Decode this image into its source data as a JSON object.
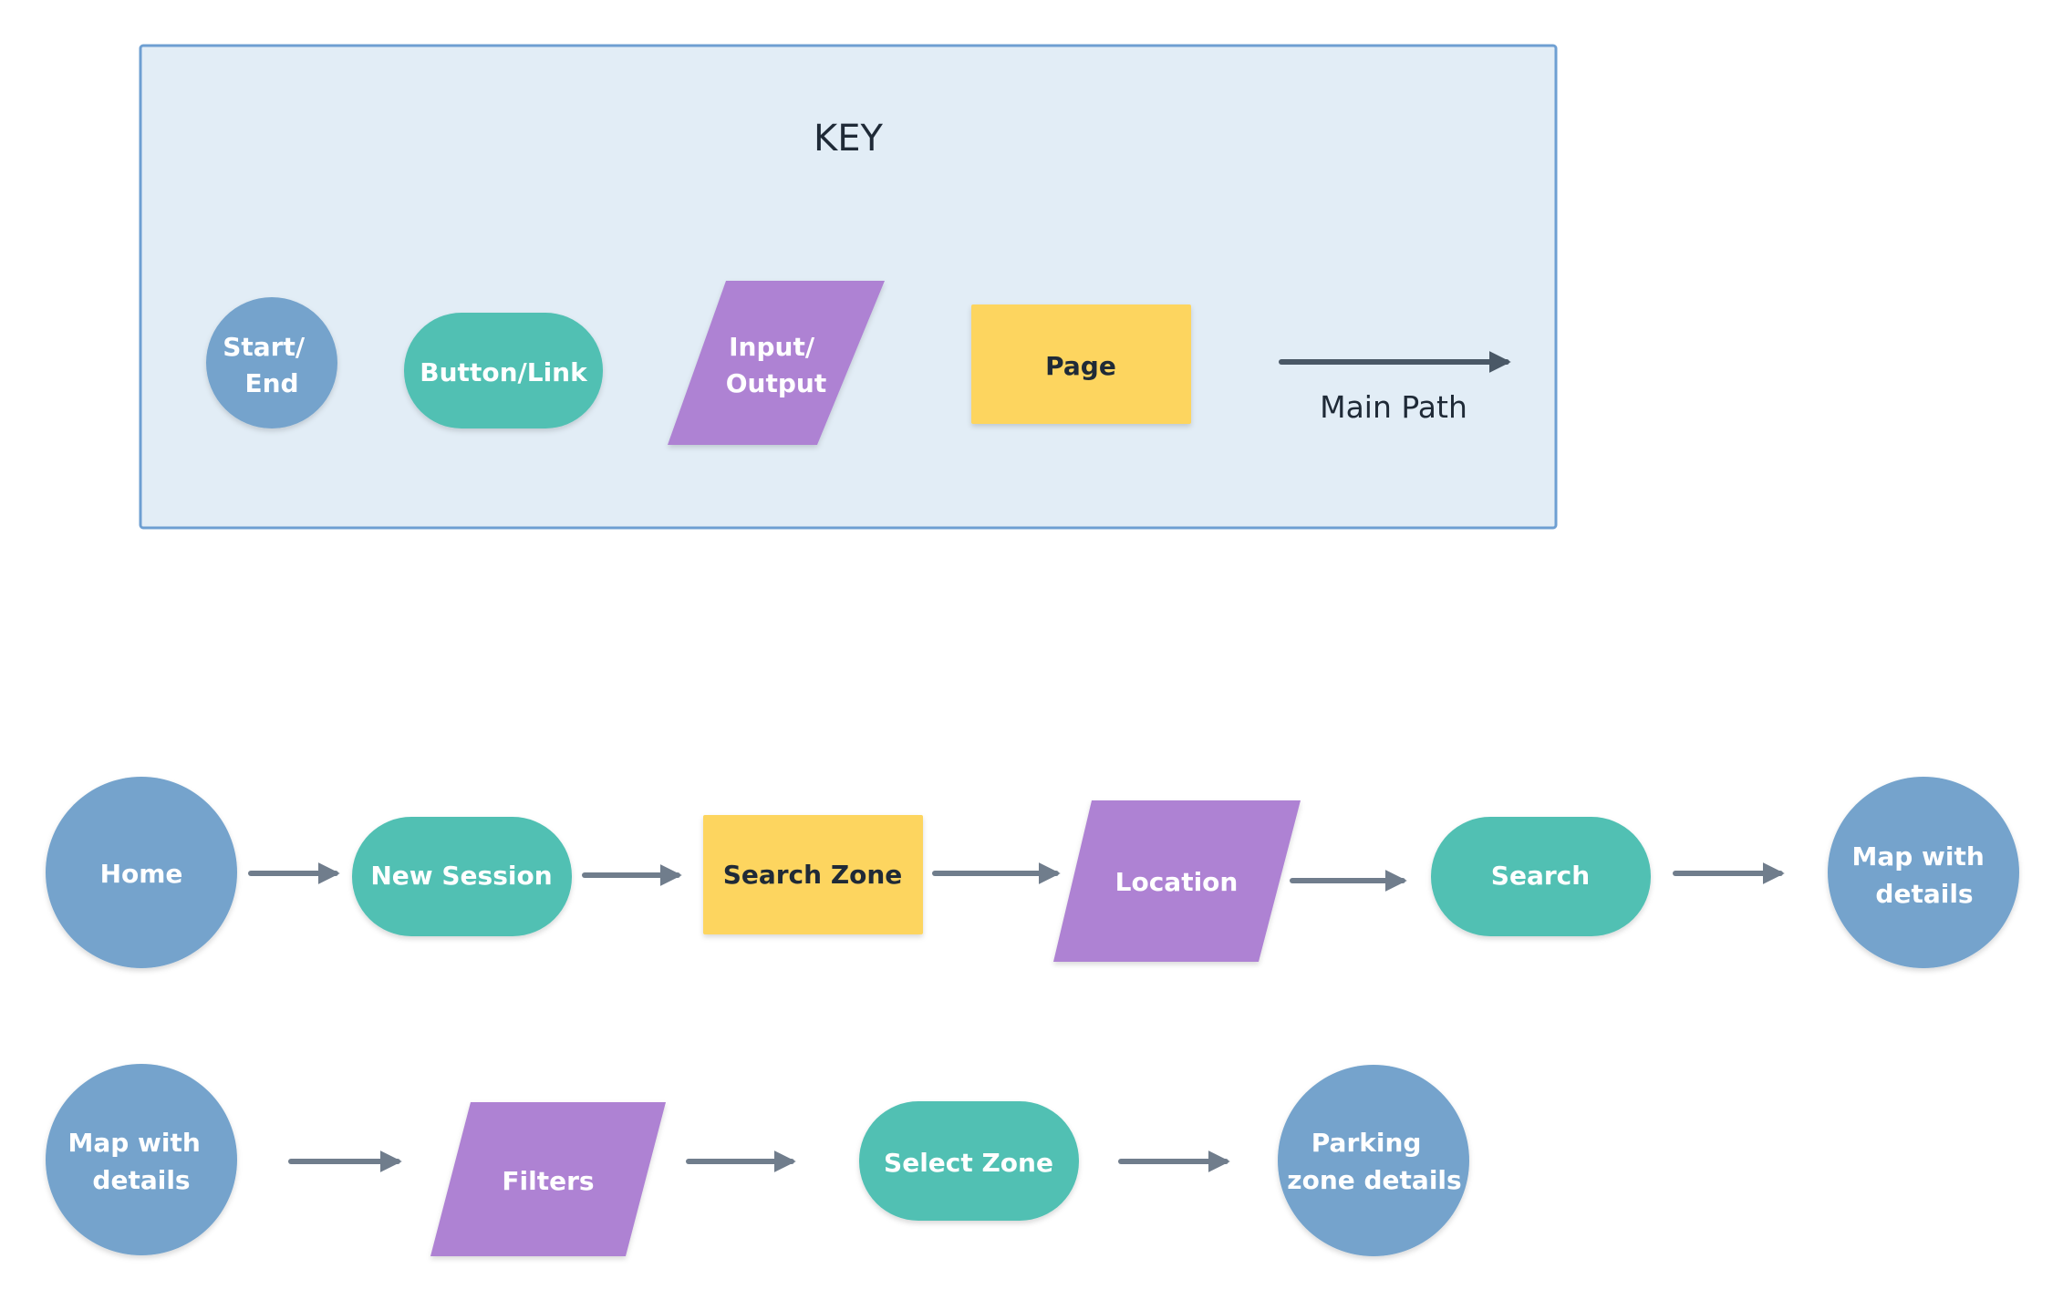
{
  "colors": {
    "start_end": "#74a3cc",
    "button_link": "#51c0b3",
    "input_output": "#ae82d3",
    "page": "#fdd55e",
    "arrow": "#707d8c",
    "legend_arrow": "#4a5866",
    "key_bg": "#e2edf6",
    "key_border": "#6e9fd2",
    "dark_text": "#1f2a37"
  },
  "key": {
    "title": "KEY",
    "items": {
      "start_end": [
        "Start/",
        "End"
      ],
      "button_link": [
        "Button/Link"
      ],
      "input_output": [
        "Input/",
        "Output"
      ],
      "page": [
        "Page"
      ],
      "main_path": "Main Path"
    }
  },
  "flow": {
    "row1": {
      "home": [
        "Home"
      ],
      "new_session": [
        "New Session"
      ],
      "search_zone": [
        "Search Zone"
      ],
      "location": [
        "Location"
      ],
      "search": [
        "Search"
      ],
      "map_with_details": [
        "Map with",
        "details"
      ]
    },
    "row2": {
      "map_with_details": [
        "Map with",
        "details"
      ],
      "filters": [
        "Filters"
      ],
      "select_zone": [
        "Select Zone"
      ],
      "parking_zone_details": [
        "Parking",
        "zone details"
      ]
    }
  }
}
